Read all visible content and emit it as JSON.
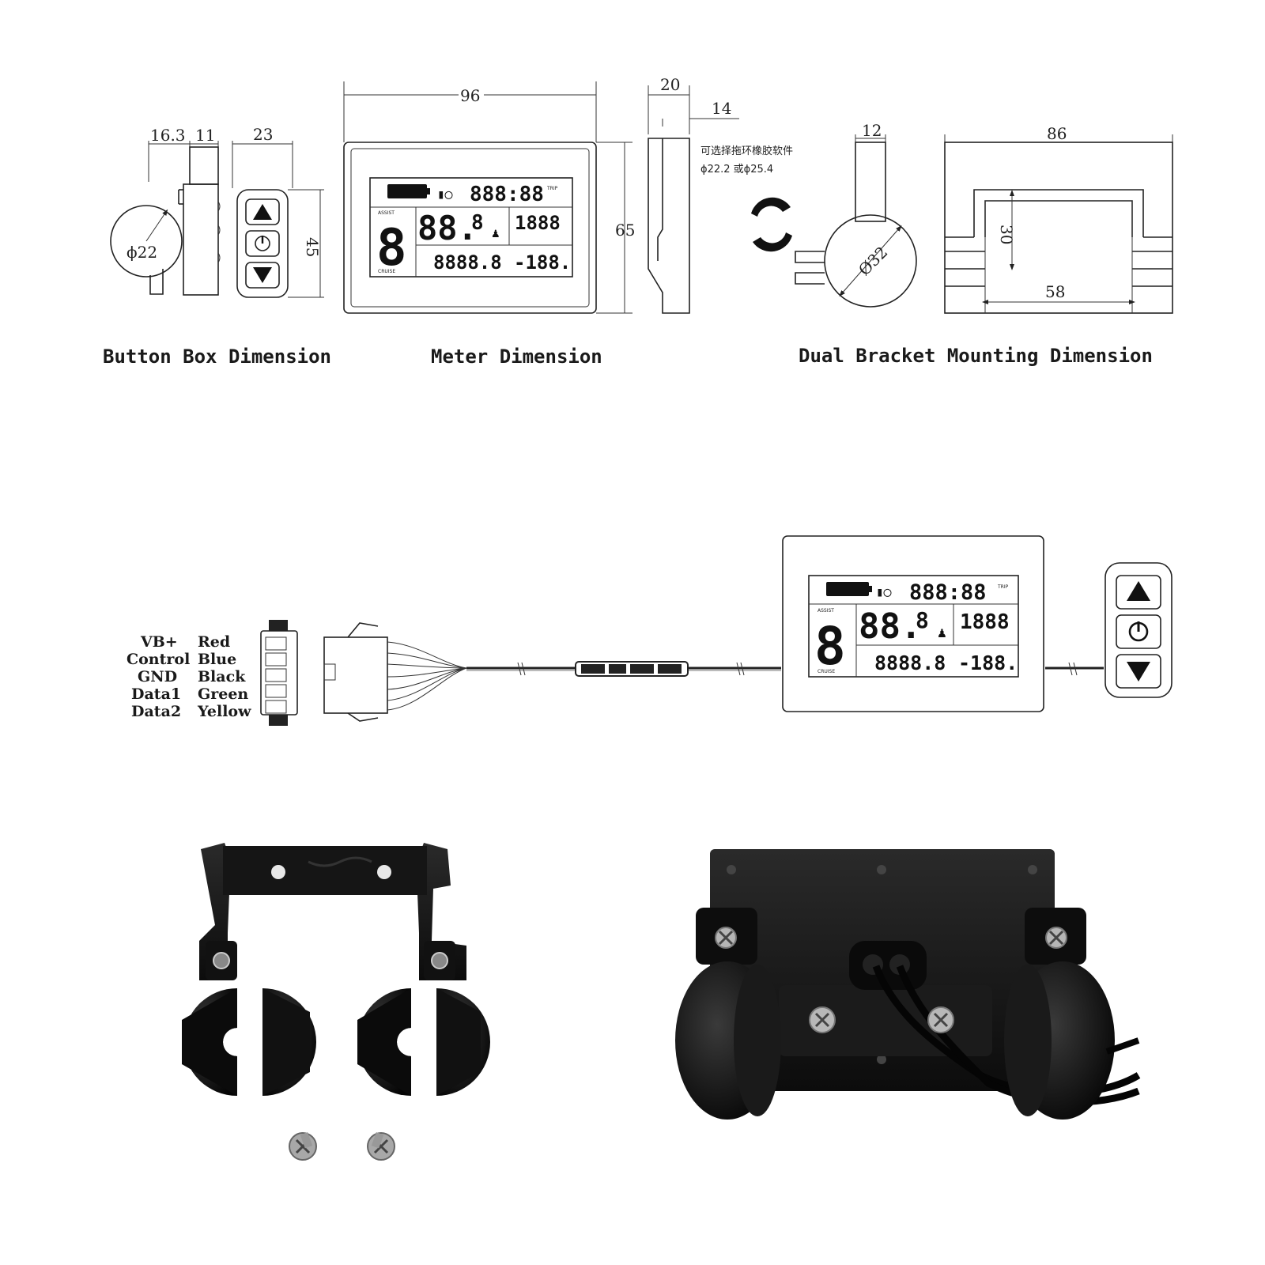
{
  "dimensions": {
    "button_box": {
      "width_a": "16.3",
      "width_b": "11",
      "width_c": "23",
      "height": "45",
      "clamp_diameter": "ϕ22"
    },
    "meter": {
      "width": "96",
      "height": "65",
      "depth": "20",
      "depth_inner": "14"
    },
    "bracket": {
      "ring_width": "12",
      "ring_diameter": "Ø32",
      "span": "86",
      "height": "30",
      "inner_span": "58"
    },
    "rubber_note": {
      "line1": "可选择拖环橡胶软件",
      "line2": "ϕ22.2 或ϕ25.4"
    }
  },
  "captions": {
    "button_box": "Button Box Dimension",
    "meter": "Meter Dimension",
    "bracket": "Dual Bracket Mounting Dimension"
  },
  "wiring": {
    "pins": [
      {
        "signal": "VB+",
        "color": "Red"
      },
      {
        "signal": "Control",
        "color": "Blue"
      },
      {
        "signal": "GND",
        "color": "Black"
      },
      {
        "signal": "Data1",
        "color": "Green"
      },
      {
        "signal": "Data2",
        "color": "Yellow"
      }
    ]
  },
  "lcd": {
    "clock": "888:88",
    "speed": "88.",
    "level": "8",
    "power": "1888",
    "odometer": "8888.8",
    "temp": "-188.",
    "assist": "8",
    "level_label": "ASSIST",
    "mode_label": "CRUISE"
  },
  "photos": {
    "bracket_photo": "bracket-parts-photo",
    "meter_back_photo": "meter-back-photo"
  }
}
